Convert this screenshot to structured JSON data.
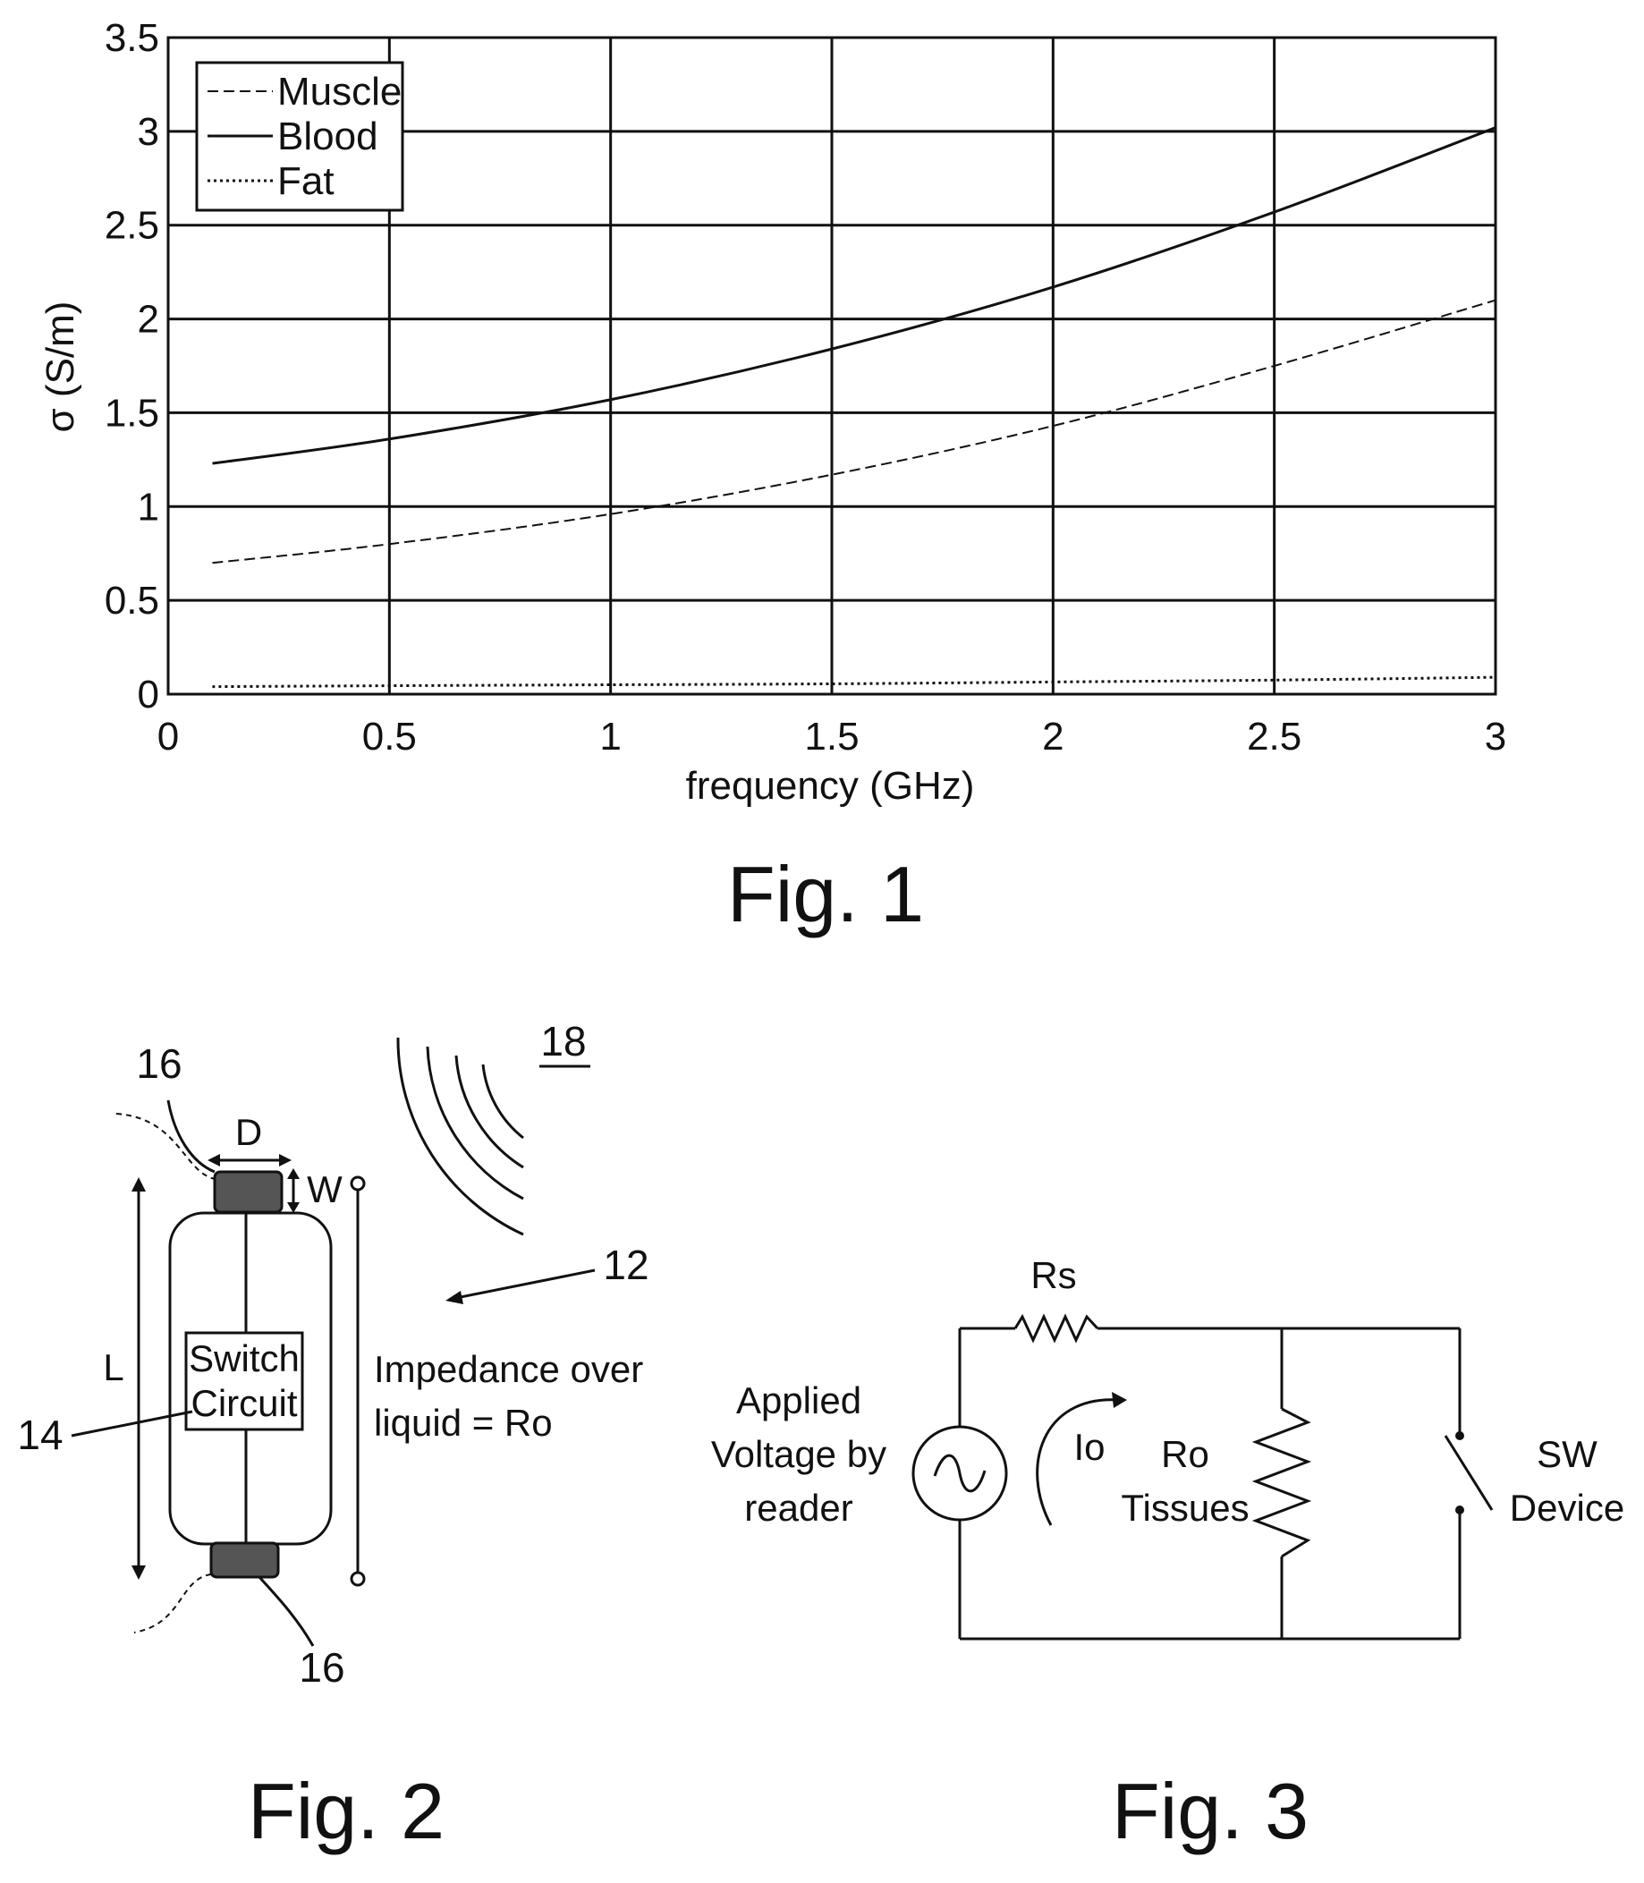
{
  "fig1": {
    "caption": "Fig. 1",
    "chart_data": {
      "type": "line",
      "xlabel": "frequency (GHz)",
      "ylabel": "σ (S/m)",
      "xlim": [
        0,
        3
      ],
      "ylim": [
        0,
        3.5
      ],
      "x_ticks": [
        "0",
        "0.5",
        "1",
        "1.5",
        "2",
        "2.5",
        "3"
      ],
      "y_ticks": [
        "0",
        "0.5",
        "1",
        "1.5",
        "2",
        "2.5",
        "3",
        "3.5"
      ],
      "grid": true,
      "legend_position": "top-left",
      "x": [
        0.1,
        0.5,
        1.0,
        1.5,
        2.0,
        2.5,
        3.0
      ],
      "series": [
        {
          "name": "Muscle",
          "style": "dashed",
          "values": [
            0.7,
            0.8,
            0.96,
            1.17,
            1.43,
            1.75,
            2.1
          ]
        },
        {
          "name": "Blood",
          "style": "solid",
          "values": [
            1.23,
            1.36,
            1.57,
            1.84,
            2.17,
            2.57,
            3.02
          ]
        },
        {
          "name": "Fat",
          "style": "dotted",
          "values": [
            0.04,
            0.045,
            0.05,
            0.055,
            0.065,
            0.075,
            0.09
          ]
        }
      ]
    }
  },
  "fig2": {
    "caption": "Fig. 2",
    "ref_16_top": "16",
    "ref_16_bottom": "16",
    "ref_18": "18",
    "ref_12": "12",
    "ref_14": "14",
    "dim_d": "D",
    "dim_w": "W",
    "dim_l": "L",
    "switch_line1": "Switch",
    "switch_line2": "Circuit",
    "impedance_line1": "Impedance over",
    "impedance_line2": "liquid = Ro"
  },
  "fig3": {
    "caption": "Fig. 3",
    "rs": "Rs",
    "io": "Io",
    "ro": "Ro",
    "tissues": "Tissues",
    "applied_line1": "Applied",
    "applied_line2": "Voltage by",
    "applied_line3": "reader",
    "sw_line1": "SW",
    "sw_line2": "Device"
  }
}
